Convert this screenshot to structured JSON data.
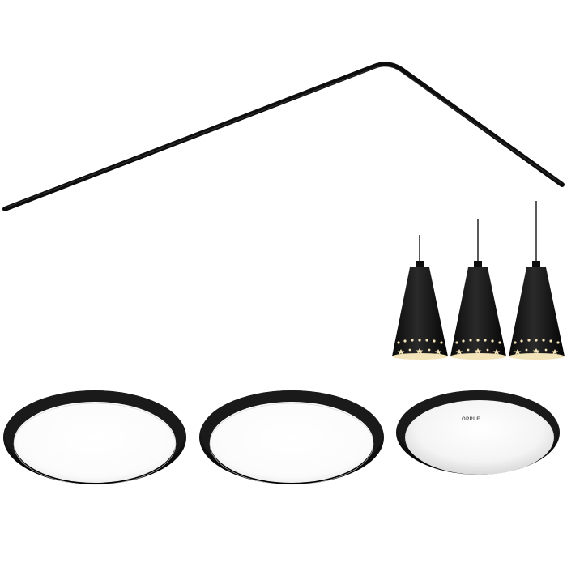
{
  "product": {
    "brand_mark": "OPPLE"
  },
  "colors": {
    "background": "#ffffff",
    "fixture_black": "#0d0d0d",
    "diffuser_white": "#ffffff",
    "warm_light": "#f3e3b8"
  },
  "icons": {
    "bar_light": "track-bar-light",
    "pendants": "cone-pendant-lamp",
    "ceiling_lights": "round-ceiling-light"
  }
}
